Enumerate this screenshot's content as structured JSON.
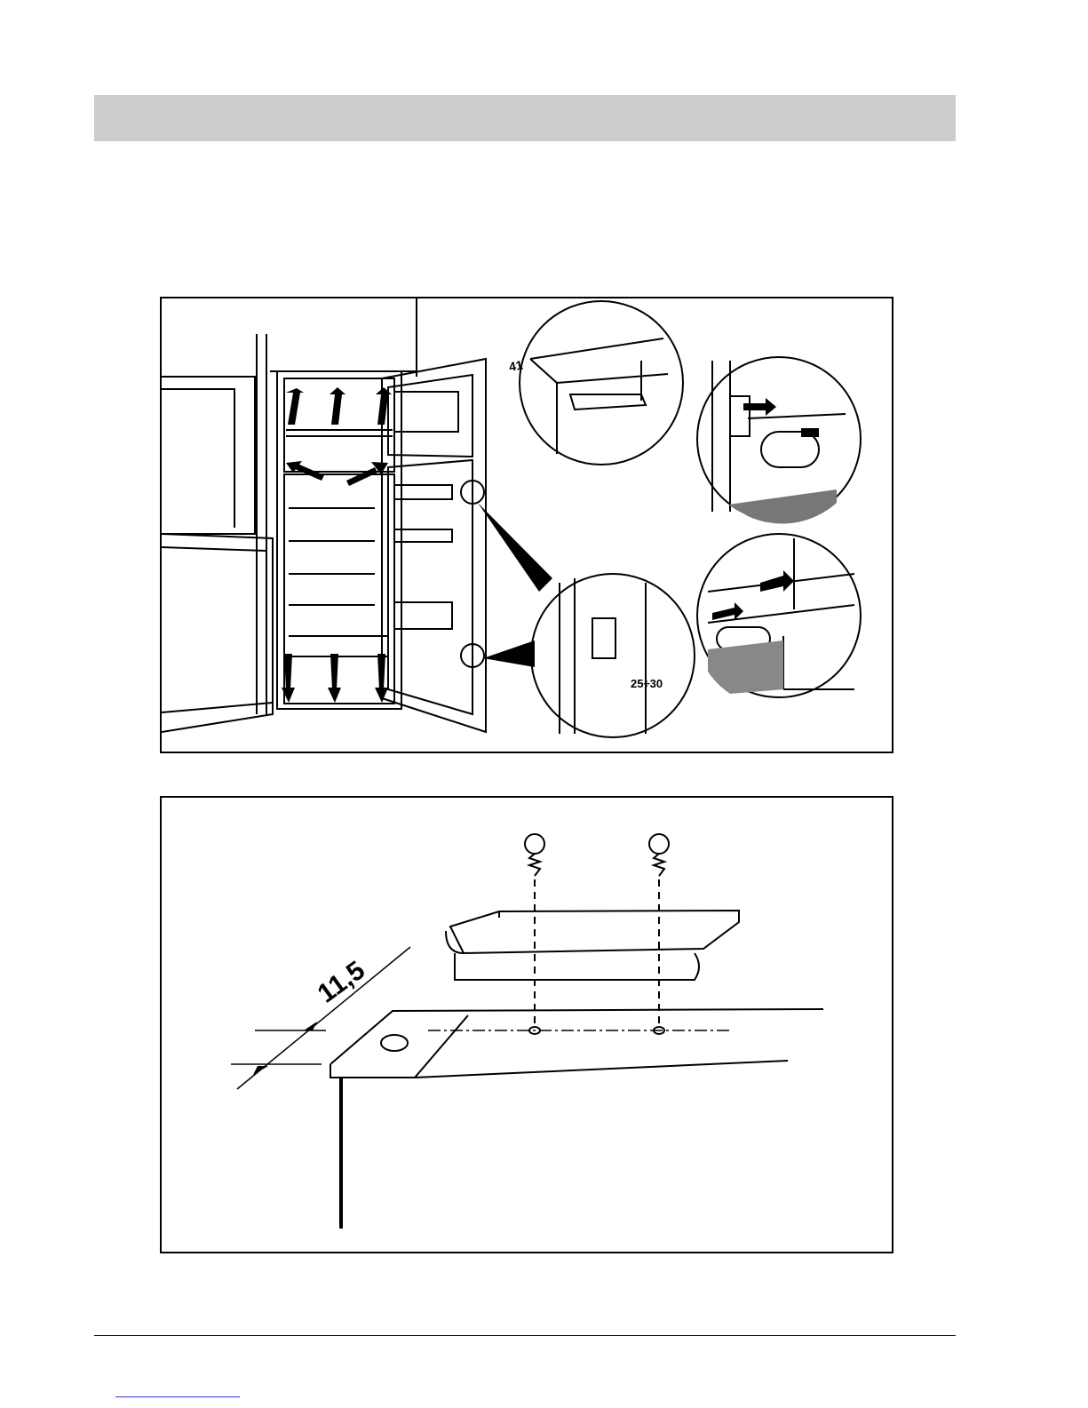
{
  "header": {
    "fill": "#cccccc"
  },
  "figure1": {
    "dimension_top_hinge": "41",
    "dimension_side_hinge": "25÷30",
    "icons": [
      "refrigerator-open-door",
      "hinge-detail-top",
      "hinge-detail-side",
      "door-bracket-top",
      "door-bracket-bottom"
    ]
  },
  "figure2": {
    "dimension": "11,5",
    "icons": [
      "screw",
      "screw",
      "plinth-rail",
      "cabinet-corner"
    ]
  },
  "footer": {
    "link_color": "#2a3bd6"
  }
}
